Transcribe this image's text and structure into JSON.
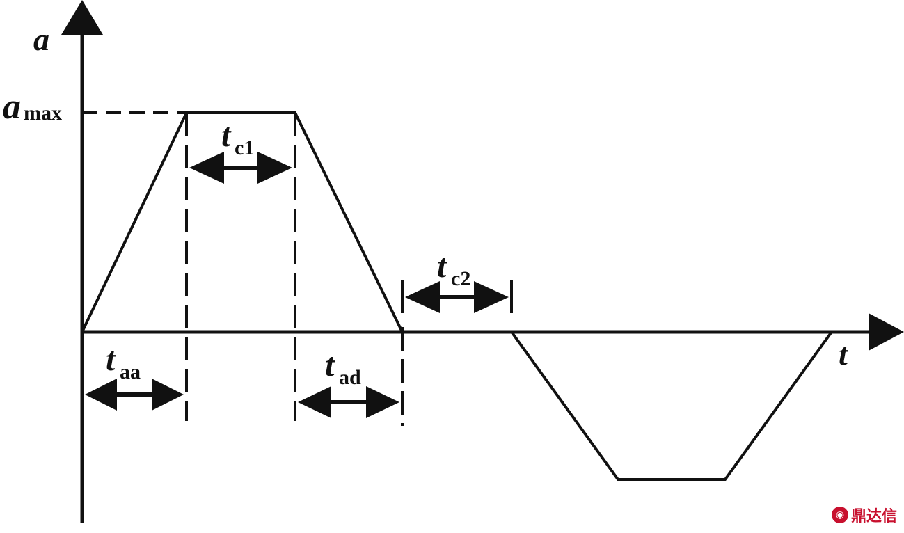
{
  "labels": {
    "y_axis": "a",
    "x_axis": "t",
    "amax_main": "a",
    "amax_sub": "max",
    "tc1_main": "t",
    "tc1_sub": "c1",
    "tc2_main": "t",
    "tc2_sub": "c2",
    "taa_main": "t",
    "taa_sub": "aa",
    "tad_main": "t",
    "tad_sub": "ad"
  },
  "watermark": {
    "icon": "logo-icon",
    "text": "鼎达信"
  },
  "colors": {
    "line": "#111111",
    "watermark": "#c8102e"
  }
}
